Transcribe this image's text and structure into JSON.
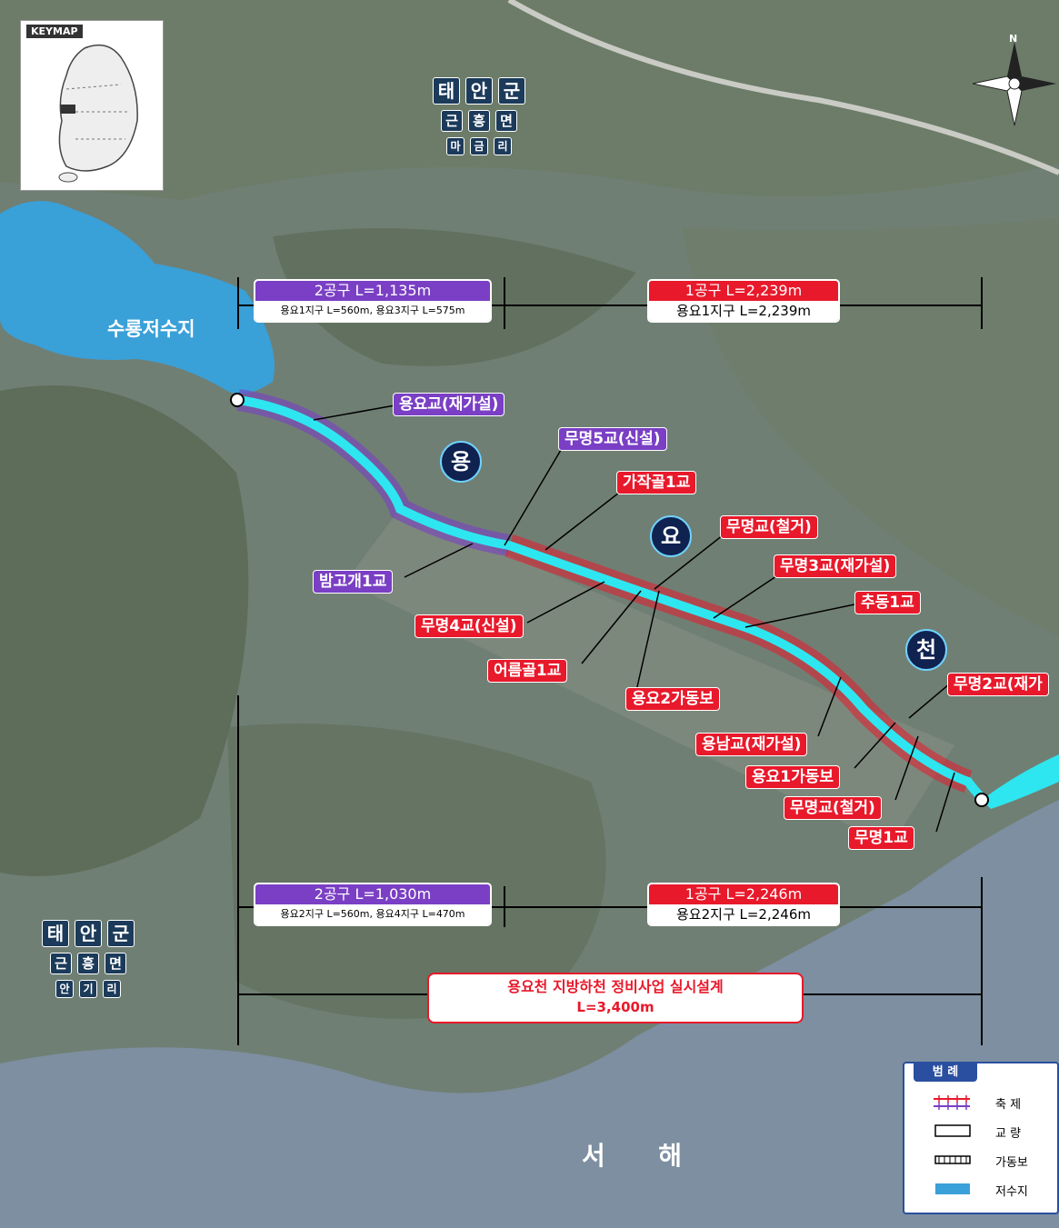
{
  "keymap": {
    "title": "KEYMAP"
  },
  "compass": {
    "north": "N"
  },
  "admin_top": {
    "county": [
      "태",
      "안",
      "군"
    ],
    "town": [
      "근",
      "흥",
      "면"
    ],
    "village": [
      "마",
      "금",
      "리"
    ]
  },
  "admin_bottom": {
    "county": [
      "태",
      "안",
      "군"
    ],
    "town": [
      "근",
      "흥",
      "면"
    ],
    "village": [
      "안",
      "기",
      "리"
    ]
  },
  "places": {
    "reservoir": "수룡저수지",
    "sea": "서      해"
  },
  "river_letters": [
    "용",
    "요",
    "천"
  ],
  "sections_top": [
    {
      "header": "2공구 L=1,135m",
      "body": "용요1지구 L=560m, 용요3지구 L=575m"
    },
    {
      "header": "1공구 L=2,239m",
      "body": "용요1지구 L=2,239m"
    }
  ],
  "sections_bottom": [
    {
      "header": "2공구 L=1,030m",
      "body": "용요2지구 L=560m, 용요4지구 L=470m"
    },
    {
      "header": "1공구 L=2,246m",
      "body": "용요2지구 L=2,246m"
    }
  ],
  "project": {
    "title": "용요천 지방하천 정비사업 실시설계",
    "length": "L=3,400m"
  },
  "structures_purple": [
    "용요교(재가설)",
    "무명5교(신설)",
    "밤고개1교"
  ],
  "structures_red": [
    "가작골1교",
    "무명교(철거)",
    "무명3교(재가설)",
    "추동1교",
    "무명2교(재가",
    "무명4교(신설)",
    "어름골1교",
    "용요2가동보",
    "용남교(재가설)",
    "용요1가동보",
    "무명교(철거)",
    "무명1교"
  ],
  "legend": {
    "title": "범  례",
    "items": [
      "축    제",
      "교    량",
      "가동보",
      "저수지"
    ]
  },
  "colors": {
    "section2": "#7a3fc4",
    "section1": "#e8192b",
    "river": "#2ee6f0",
    "water": "#3aa0d8"
  }
}
